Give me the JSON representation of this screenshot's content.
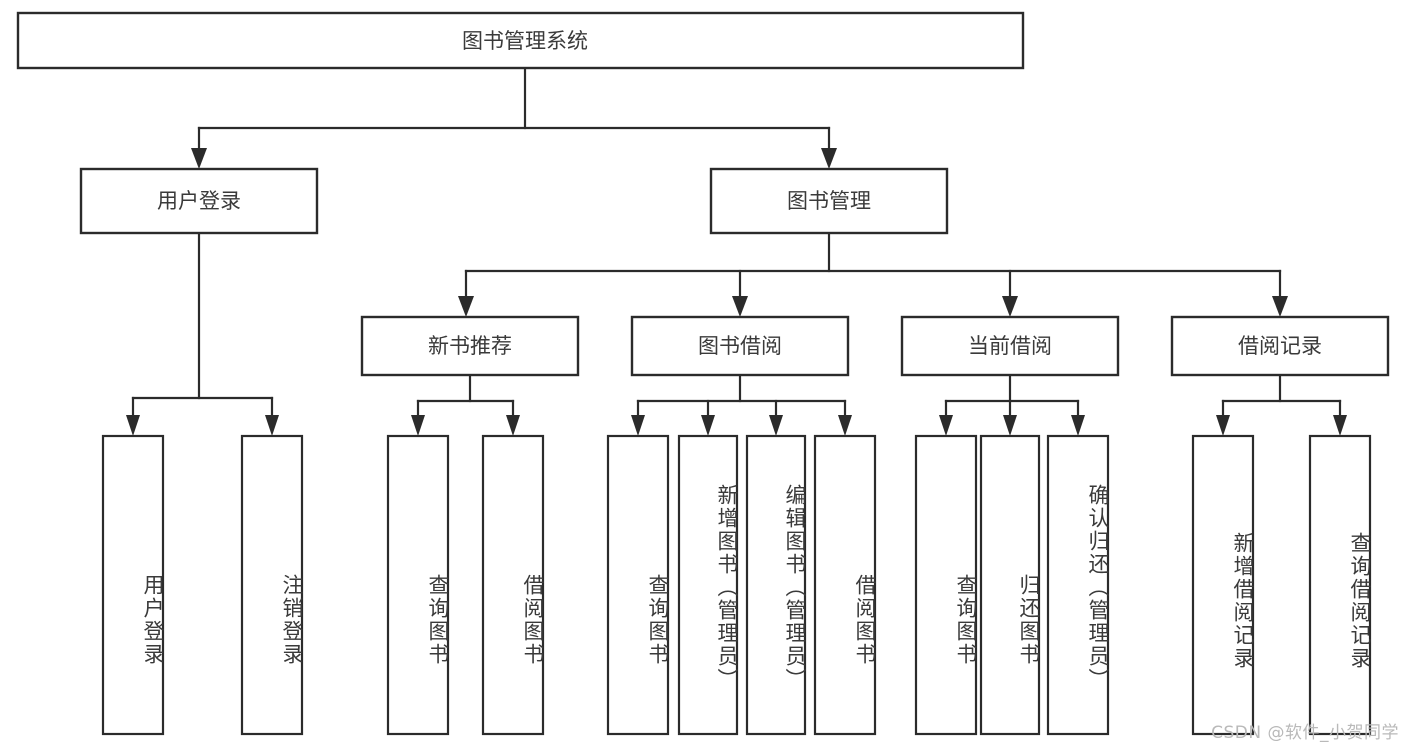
{
  "diagram": {
    "title": "图书管理系统",
    "type": "功能结构图",
    "background_color": "#ffffff",
    "line_color": "#2b2b2b",
    "text_color": "#3a3a3a"
  },
  "root": {
    "label": "图书管理系统"
  },
  "level2": [
    {
      "label": "用户登录"
    },
    {
      "label": "图书管理"
    }
  ],
  "level3": [
    {
      "label": "新书推荐"
    },
    {
      "label": "图书借阅"
    },
    {
      "label": "当前借阅"
    },
    {
      "label": "借阅记录"
    }
  ],
  "leaves": {
    "user_login": [
      {
        "label": "用户登录"
      },
      {
        "label": "注销登录"
      }
    ],
    "new_book": [
      {
        "label": "查询图书"
      },
      {
        "label": "借阅图书"
      }
    ],
    "book_borrow": [
      {
        "label": "查询图书"
      },
      {
        "label": "新增图书（管理员）"
      },
      {
        "label": "编辑图书（管理员）"
      },
      {
        "label": "借阅图书"
      }
    ],
    "current_borrow": [
      {
        "label": "查询图书"
      },
      {
        "label": "归还图书"
      },
      {
        "label": "确认归还（管理员）"
      }
    ],
    "borrow_record": [
      {
        "label": "新增借阅记录"
      },
      {
        "label": "查询借阅记录"
      }
    ]
  },
  "watermark": {
    "text": "CSDN @软件_小贺同学"
  }
}
